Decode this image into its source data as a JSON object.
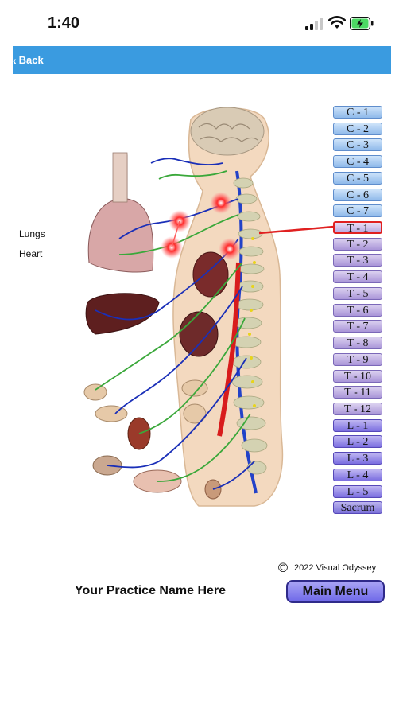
{
  "status_bar": {
    "time": "1:40"
  },
  "nav": {
    "back_label": "Back"
  },
  "organ_labels": {
    "lungs": "Lungs",
    "heart": "Heart"
  },
  "segments": [
    {
      "label": "C - 1",
      "group": "c"
    },
    {
      "label": "C - 2",
      "group": "c"
    },
    {
      "label": "C - 3",
      "group": "c"
    },
    {
      "label": "C - 4",
      "group": "c"
    },
    {
      "label": "C - 5",
      "group": "c"
    },
    {
      "label": "C - 6",
      "group": "c"
    },
    {
      "label": "C - 7",
      "group": "c"
    },
    {
      "label": "T - 1",
      "group": "t",
      "selected": true
    },
    {
      "label": "T - 2",
      "group": "t"
    },
    {
      "label": "T - 3",
      "group": "t"
    },
    {
      "label": "T - 4",
      "group": "t"
    },
    {
      "label": "T - 5",
      "group": "t"
    },
    {
      "label": "T - 6",
      "group": "t"
    },
    {
      "label": "T - 7",
      "group": "t"
    },
    {
      "label": "T - 8",
      "group": "t"
    },
    {
      "label": "T - 9",
      "group": "t"
    },
    {
      "label": "T - 10",
      "group": "t"
    },
    {
      "label": "T - 11",
      "group": "t"
    },
    {
      "label": "T - 12",
      "group": "t"
    },
    {
      "label": "L - 1",
      "group": "l"
    },
    {
      "label": "L - 2",
      "group": "l"
    },
    {
      "label": "L - 3",
      "group": "l"
    },
    {
      "label": "L - 4",
      "group": "l"
    },
    {
      "label": "L - 5",
      "group": "l"
    },
    {
      "label": "Sacrum",
      "group": "s"
    }
  ],
  "footer": {
    "copyright_symbol": "©",
    "copyright_text": "2022 Visual Odyssey",
    "practice_name": "Your Practice Name Here",
    "main_menu_label": "Main Menu"
  },
  "colors": {
    "nav_bar": "#3a9be0",
    "highlight_line": "#e02020",
    "nerve_blue": "#1a2fb8",
    "nerve_green": "#3aa83a",
    "body_skin": "#f3d9bf"
  },
  "icons": {
    "signal": "cellular-signal-icon",
    "wifi": "wifi-icon",
    "battery": "battery-charging-icon",
    "back": "chevron-left-icon",
    "copyright": "copyright-icon"
  }
}
